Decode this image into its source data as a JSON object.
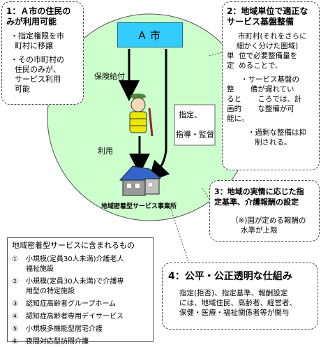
{
  "center": {
    "city_label": "Ａ市",
    "label_payment": "保険給付",
    "label_use": "利用",
    "label_designate": "指定、",
    "label_guidance": "指導・監督",
    "facility_label": "地域密着型サービス事業所"
  },
  "callout1": {
    "title": [
      "1：Ａ市の住民の",
      "みが利用可能"
    ],
    "items": [
      [
        "・指定権限を市",
        "町村に移譲"
      ],
      [
        "・その市町村の",
        "住民のみが、",
        "サービス利用",
        "可能"
      ]
    ]
  },
  "callout2": {
    "title": [
      "2：地域単位で適正な",
      "サービス基盤整備"
    ],
    "lines": [
      "市町村(それをさらに",
      "細かく分けた圏域)",
      "単  位で必要整備量を",
      "定  めることで、",
      "・サービス基盤の",
      "整       備が遅れてい",
      "ると       ころでは、計",
      "画的       な整備が可",
      "能に。",
      "・過剰な整備は抑",
      "制される。"
    ]
  },
  "callout3": {
    "title": [
      "3：地域の実情に応じた指",
      "定基準、介護報酬の設定"
    ],
    "lines": [
      "（※)国が定める報酬の",
      "水準が上限"
    ]
  },
  "callout4": {
    "title": "4：公平・公正透明な仕組み",
    "lines": [
      "指定(拒否)、指定基準、報酬設定",
      "には、地域住民、高齢者、経営者、",
      "保健・医療・福祉関係者等が関与"
    ]
  },
  "service_list": {
    "header": "地域密着型サービスに含まれるもの",
    "items": [
      {
        "num": "①",
        "lines": [
          "小規模(定員30人未満)介護老人",
          "福祉施設"
        ]
      },
      {
        "num": "②",
        "lines": [
          "小規模(定員30人未満)で介護専",
          "用型の特定施設"
        ]
      },
      {
        "num": "③",
        "lines": [
          "認知症高齢者グループホーム"
        ]
      },
      {
        "num": "④",
        "lines": [
          "認知症高齢者専用デイサービス"
        ]
      },
      {
        "num": "⑤",
        "lines": [
          "小規模多機能型居宅介護"
        ]
      },
      {
        "num": "⑥",
        "lines": [
          "夜間対応型訪問介護"
        ]
      }
    ]
  },
  "colors": {
    "circle_fill": "#ccffcc",
    "circle_stroke": "#555555",
    "city_fill": "#33ccff",
    "roof_blue": "#3366cc",
    "elder_robe": "#e8e800"
  }
}
